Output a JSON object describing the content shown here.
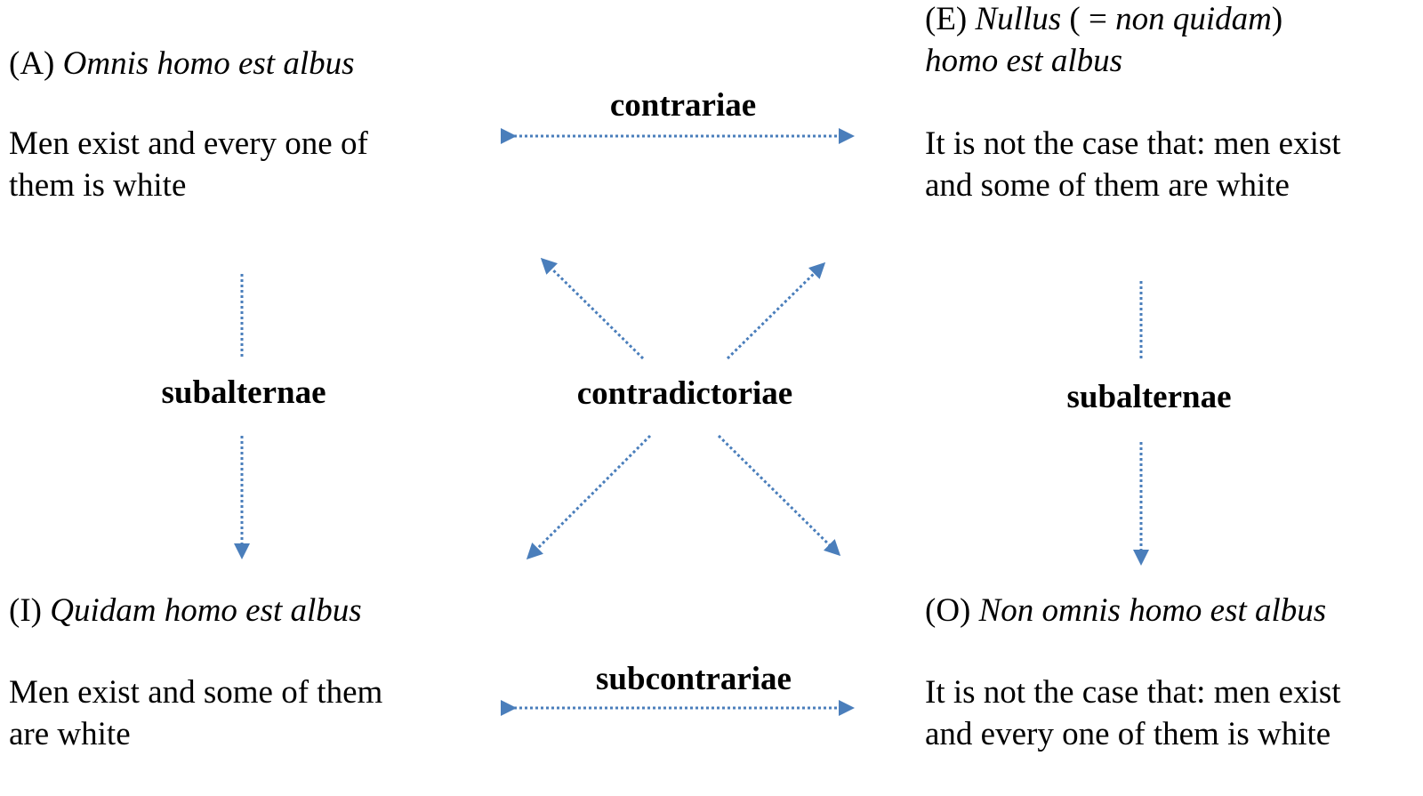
{
  "colors": {
    "arrow": "#4a7ebb",
    "text": "#000000"
  },
  "corners": {
    "A": {
      "tag": "(A)",
      "latin": "Omnis homo est albus",
      "gloss": [
        "Men exist and every one of",
        "them is white"
      ]
    },
    "E": {
      "tag": "(E)",
      "latin_part1": "Nullus",
      "paren": "( = ",
      "latin_part2": "non quidam",
      "paren_close": ")",
      "latin_line2": "homo est albus",
      "gloss": [
        "It is not the case that: men exist",
        "and some of them are white"
      ]
    },
    "I": {
      "tag": "(I)",
      "latin": "Quidam homo est albus",
      "gloss": [
        "Men exist and some of them",
        "are white"
      ]
    },
    "O": {
      "tag": "(O)",
      "latin": "Non omnis homo est albus",
      "gloss": [
        "It is not the case that: men exist",
        "and every one of them is white"
      ]
    }
  },
  "relations": {
    "contrariae": "contrariae",
    "subalternae_left": "subalternae",
    "contradictoriae": "contradictoriae",
    "subalternae_right": "subalternae",
    "subcontrariae": "subcontrariae"
  }
}
